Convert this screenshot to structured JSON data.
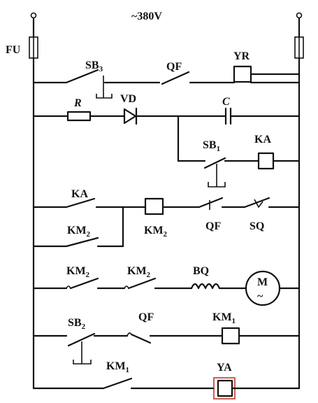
{
  "supply": {
    "voltage": "~380V",
    "fuse": "FU"
  },
  "rung1": {
    "pushbutton": "SB",
    "pushbutton_sub": "3",
    "breaker_contact": "QF",
    "coil": "YR"
  },
  "rung2": {
    "resistor": "R",
    "diode": "VD",
    "capacitor": "C",
    "pushbutton": "SB",
    "pushbutton_sub": "1",
    "relay": "KA"
  },
  "rung3": {
    "relay_contact": "KA",
    "holding_contact": "KM",
    "holding_contact_sub": "2",
    "coil": "KM",
    "coil_sub": "2",
    "breaker_contact": "QF",
    "limit_switch": "SQ"
  },
  "rung4": {
    "contact_a": "KM",
    "contact_a_sub": "2",
    "contact_b": "KM",
    "contact_b_sub": "2",
    "inductor": "BQ",
    "motor": "M",
    "motor_symbol": "~"
  },
  "rung5": {
    "pushbutton": "SB",
    "pushbutton_sub": "2",
    "breaker_contact": "QF",
    "coil": "KM",
    "coil_sub": "1"
  },
  "rung6": {
    "contact": "KM",
    "contact_sub": "1",
    "coil": "YA"
  },
  "colors": {
    "line": "#111111",
    "highlight": "#c0392b"
  }
}
